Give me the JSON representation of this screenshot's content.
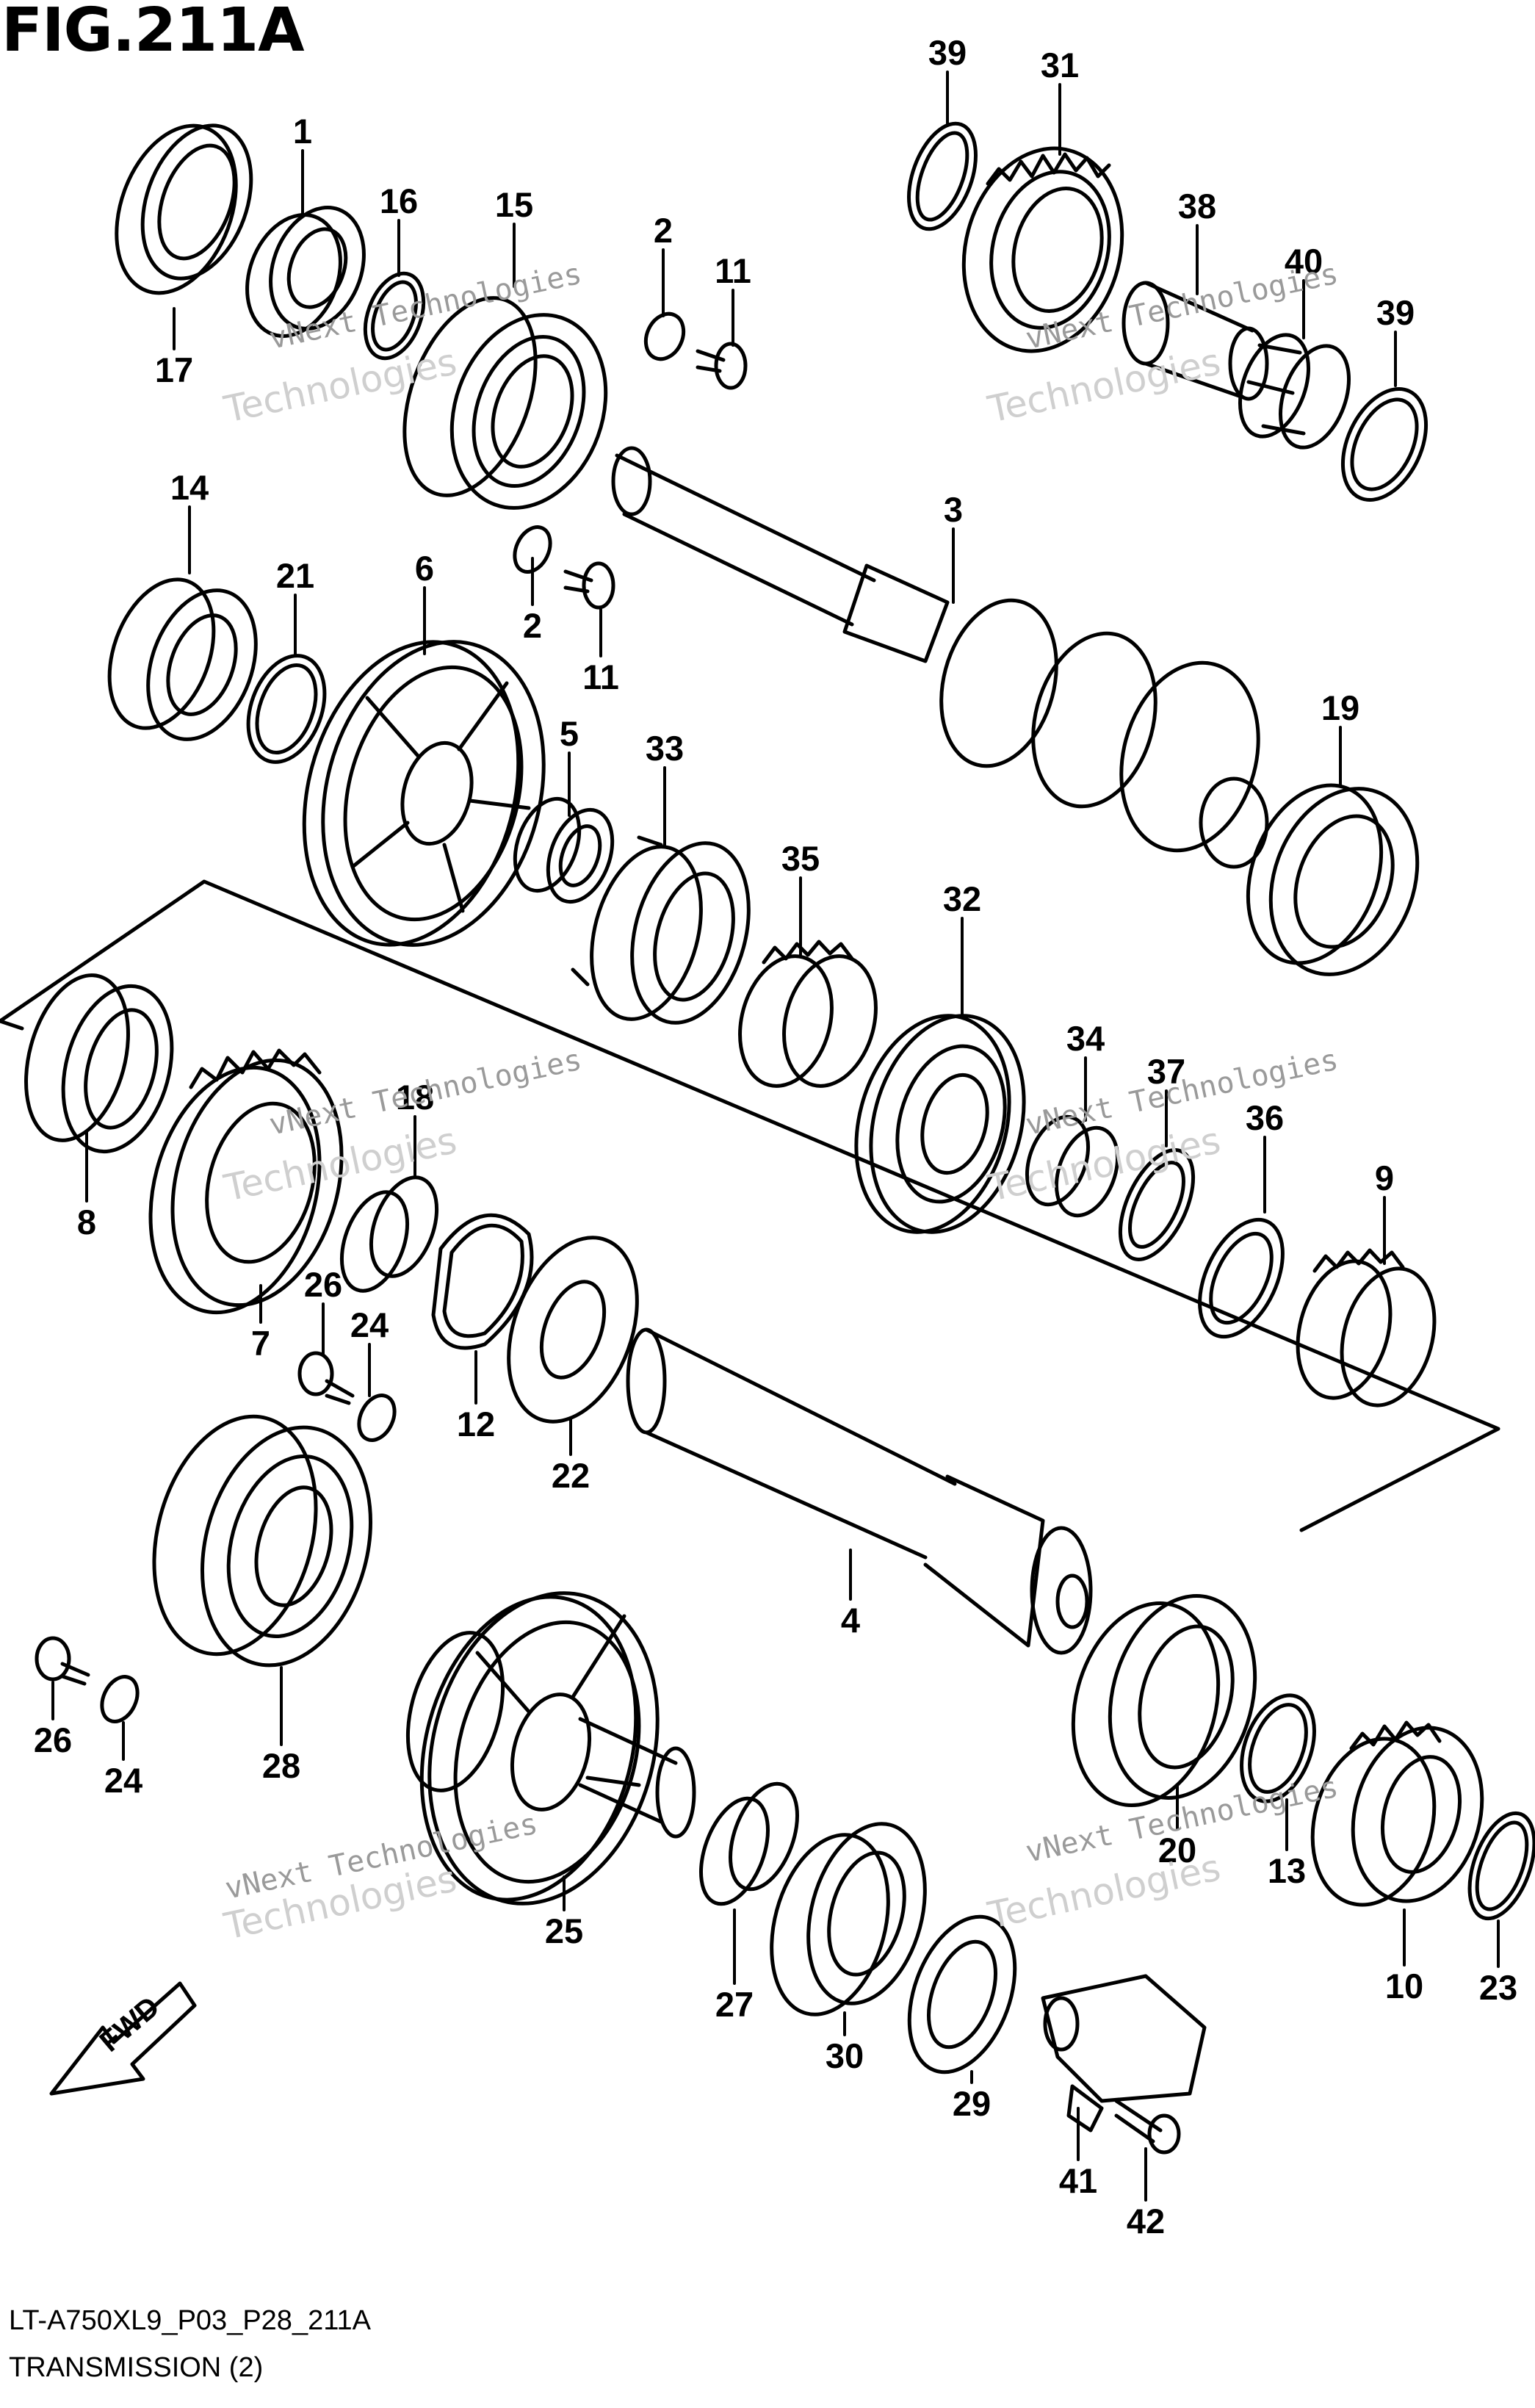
{
  "figure": {
    "title": "FIG.211A",
    "code": "LT-A750XL9_P03_P28_211A",
    "name": "TRANSMISSION (2)",
    "direction_badge": "FWD"
  },
  "watermarks": [
    "vNext Technologies",
    "Technologies"
  ],
  "callouts": [
    "1",
    "2",
    "2",
    "3",
    "4",
    "5",
    "6",
    "7",
    "8",
    "9",
    "10",
    "11",
    "11",
    "12",
    "13",
    "14",
    "15",
    "16",
    "17",
    "18",
    "19",
    "20",
    "21",
    "22",
    "23",
    "24",
    "24",
    "25",
    "26",
    "26",
    "27",
    "28",
    "29",
    "30",
    "31",
    "32",
    "33",
    "34",
    "35",
    "36",
    "37",
    "38",
    "39",
    "39",
    "40",
    "41",
    "42"
  ],
  "colors": {
    "line": "#000000",
    "background": "#ffffff",
    "watermark": "#cfcfcf"
  }
}
